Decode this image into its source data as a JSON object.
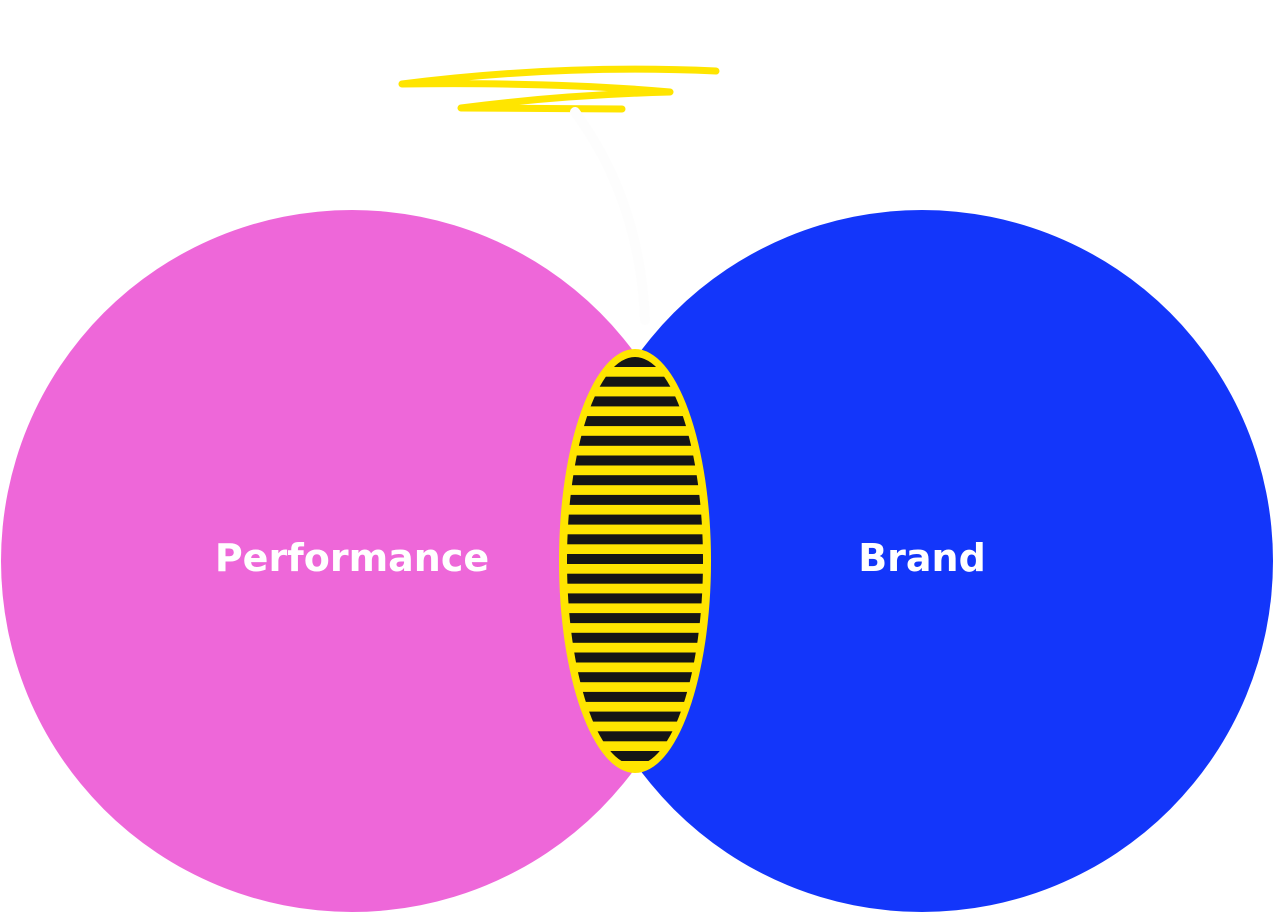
{
  "diagram": {
    "type": "venn",
    "sets": [
      {
        "label": "Performance",
        "color": "#EE67D9"
      },
      {
        "label": "Brand",
        "color": "#1336FA"
      }
    ],
    "overlap": {
      "fill": "#151515",
      "stripe_color": "#FFE500"
    },
    "scribble_color": "#FFE500"
  }
}
